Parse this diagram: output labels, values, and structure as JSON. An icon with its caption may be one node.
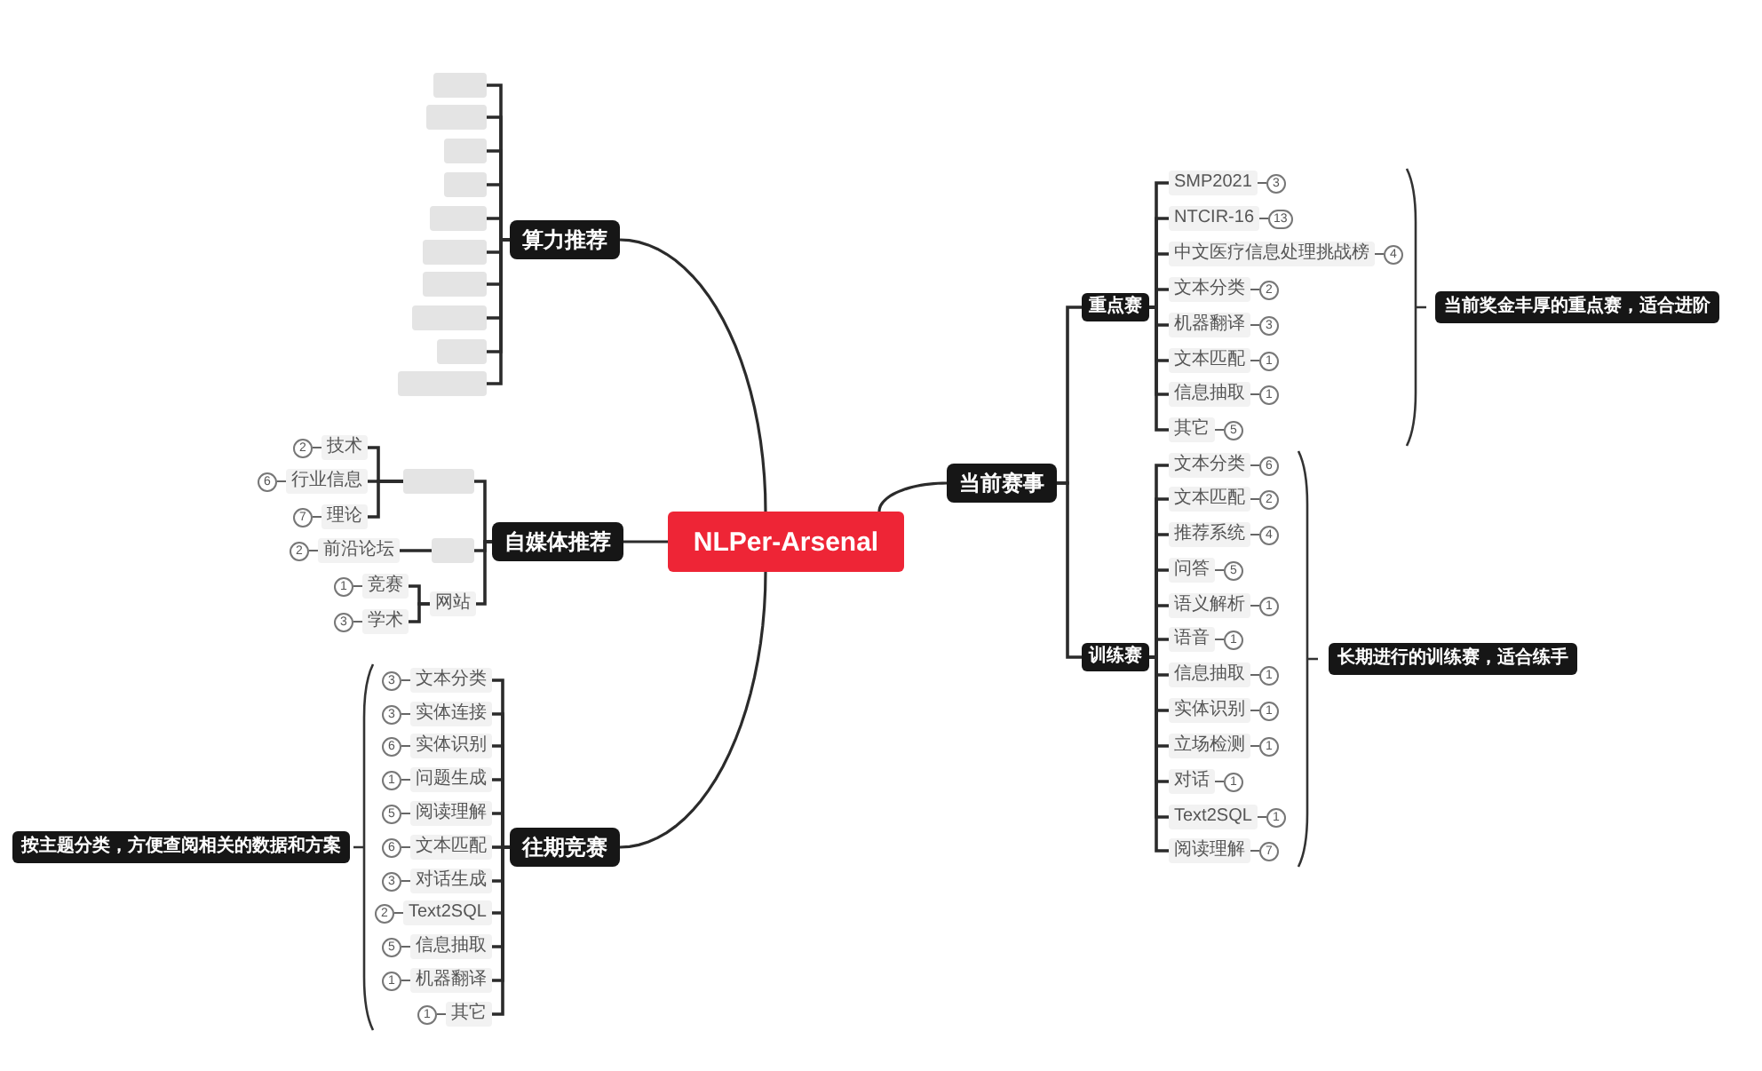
{
  "diagram": {
    "nodes": [
      {
        "text": [
          "NLPer-Arsenal"
        ]
      },
      {
        "text": [
          "算力推荐"
        ]
      },
      {
        "text": [],
        "shape": "box"
      },
      {
        "text": [],
        "shape": "box"
      },
      {
        "text": [],
        "shape": "box"
      },
      {
        "text": [],
        "shape": "box"
      },
      {
        "text": [],
        "shape": "box"
      },
      {
        "text": [],
        "shape": "box"
      },
      {
        "text": [],
        "shape": "box"
      },
      {
        "text": [],
        "shape": "box"
      },
      {
        "text": [],
        "shape": "box"
      },
      {
        "text": [],
        "shape": "box"
      },
      {
        "text": [
          "自媒体推荐"
        ]
      },
      {
        "text": [],
        "shape": "box"
      },
      {
        "text": [
          "技术"
        ],
        "beside": [
          "2"
        ]
      },
      {
        "text": [
          "行业信息"
        ],
        "beside": [
          "6"
        ]
      },
      {
        "text": [
          "理论"
        ],
        "beside": [
          "7"
        ]
      },
      {
        "text": [],
        "shape": "box"
      },
      {
        "text": [
          "前沿论坛"
        ],
        "beside": [
          "2"
        ]
      },
      {
        "text": [
          "网站"
        ]
      },
      {
        "text": [
          "竞赛"
        ],
        "beside": [
          "1"
        ]
      },
      {
        "text": [
          "学术"
        ],
        "beside": [
          "3"
        ]
      },
      {
        "text": [
          "往期竞赛"
        ]
      },
      {
        "text": [
          "文本分类"
        ],
        "beside": [
          "3"
        ]
      },
      {
        "text": [
          "实体连接"
        ],
        "beside": [
          "3"
        ]
      },
      {
        "text": [
          "实体识别"
        ],
        "beside": [
          "6"
        ]
      },
      {
        "text": [
          "问题生成"
        ],
        "beside": [
          "1"
        ]
      },
      {
        "text": [
          "阅读理解"
        ],
        "beside": [
          "5"
        ]
      },
      {
        "text": [
          "文本匹配"
        ],
        "beside": [
          "6"
        ]
      },
      {
        "text": [
          "对话生成"
        ],
        "beside": [
          "3"
        ]
      },
      {
        "text": [
          "Text2SQL"
        ],
        "beside": [
          "2"
        ]
      },
      {
        "text": [
          "信息抽取"
        ],
        "beside": [
          "5"
        ]
      },
      {
        "text": [
          "机器翻译"
        ],
        "beside": [
          "1"
        ]
      },
      {
        "text": [
          "其它"
        ],
        "beside": [
          "1"
        ]
      },
      {
        "text": [
          "按主题分类，方便查阅相关的数据和方案"
        ]
      },
      {
        "text": [
          "当前赛事"
        ]
      },
      {
        "text": [
          "重点赛"
        ]
      },
      {
        "text": [
          "SMP2021"
        ],
        "beside": [
          "3"
        ]
      },
      {
        "text": [
          "NTCIR-16"
        ],
        "beside": [
          "13"
        ]
      },
      {
        "text": [
          "中文医疗信息处理挑战榜"
        ],
        "beside": [
          "4"
        ]
      },
      {
        "text": [
          "文本分类"
        ],
        "beside": [
          "2"
        ]
      },
      {
        "text": [
          "机器翻译"
        ],
        "beside": [
          "3"
        ]
      },
      {
        "text": [
          "文本匹配"
        ],
        "beside": [
          "1"
        ]
      },
      {
        "text": [
          "信息抽取"
        ],
        "beside": [
          "1"
        ]
      },
      {
        "text": [
          "其它"
        ],
        "beside": [
          "5"
        ]
      },
      {
        "text": [
          "当前奖金丰厚的重点赛，适合进阶"
        ]
      },
      {
        "text": [
          "训练赛"
        ]
      },
      {
        "text": [
          "文本分类"
        ],
        "beside": [
          "6"
        ]
      },
      {
        "text": [
          "文本匹配"
        ],
        "beside": [
          "2"
        ]
      },
      {
        "text": [
          "推荐系统"
        ],
        "beside": [
          "4"
        ]
      },
      {
        "text": [
          "问答"
        ],
        "beside": [
          "5"
        ]
      },
      {
        "text": [
          "语义解析"
        ],
        "beside": [
          "1"
        ]
      },
      {
        "text": [
          "语音"
        ],
        "beside": [
          "1"
        ]
      },
      {
        "text": [
          "信息抽取"
        ],
        "beside": [
          "1"
        ]
      },
      {
        "text": [
          "实体识别"
        ],
        "beside": [
          "1"
        ]
      },
      {
        "text": [
          "立场检测"
        ],
        "beside": [
          "1"
        ]
      },
      {
        "text": [
          "对话"
        ],
        "beside": [
          "1"
        ]
      },
      {
        "text": [
          "Text2SQL"
        ],
        "beside": [
          "1"
        ]
      },
      {
        "text": [
          "阅读理解"
        ],
        "beside": [
          "7"
        ]
      },
      {
        "text": [
          "长期进行的训练赛，适合练手"
        ]
      }
    ],
    "edges": [
      {
        "from": 0,
        "to": 1,
        "arrow": "none"
      },
      {
        "from": 0,
        "to": 12,
        "arrow": "none"
      },
      {
        "from": 0,
        "to": 22,
        "arrow": "none"
      },
      {
        "from": 0,
        "to": 35,
        "arrow": "none"
      },
      {
        "from": 1,
        "to": 2,
        "arrow": "none"
      },
      {
        "from": 1,
        "to": 3,
        "arrow": "none"
      },
      {
        "from": 1,
        "to": 4,
        "arrow": "none"
      },
      {
        "from": 1,
        "to": 5,
        "arrow": "none"
      },
      {
        "from": 1,
        "to": 6,
        "arrow": "none"
      },
      {
        "from": 1,
        "to": 7,
        "arrow": "none"
      },
      {
        "from": 1,
        "to": 8,
        "arrow": "none"
      },
      {
        "from": 1,
        "to": 9,
        "arrow": "none"
      },
      {
        "from": 1,
        "to": 10,
        "arrow": "none"
      },
      {
        "from": 1,
        "to": 11,
        "arrow": "none"
      },
      {
        "from": 12,
        "to": 13,
        "arrow": "none"
      },
      {
        "from": 12,
        "to": 17,
        "arrow": "none"
      },
      {
        "from": 12,
        "to": 19,
        "arrow": "none"
      },
      {
        "from": 13,
        "to": 14,
        "arrow": "none"
      },
      {
        "from": 13,
        "to": 15,
        "arrow": "none"
      },
      {
        "from": 13,
        "to": 16,
        "arrow": "none"
      },
      {
        "from": 17,
        "to": 18,
        "arrow": "none"
      },
      {
        "from": 19,
        "to": 20,
        "arrow": "none"
      },
      {
        "from": 19,
        "to": 21,
        "arrow": "none"
      },
      {
        "from": 22,
        "to": 23,
        "arrow": "none"
      },
      {
        "from": 22,
        "to": 24,
        "arrow": "none"
      },
      {
        "from": 22,
        "to": 25,
        "arrow": "none"
      },
      {
        "from": 22,
        "to": 26,
        "arrow": "none"
      },
      {
        "from": 22,
        "to": 27,
        "arrow": "none"
      },
      {
        "from": 22,
        "to": 28,
        "arrow": "none"
      },
      {
        "from": 22,
        "to": 29,
        "arrow": "none"
      },
      {
        "from": 22,
        "to": 30,
        "arrow": "none"
      },
      {
        "from": 22,
        "to": 31,
        "arrow": "none"
      },
      {
        "from": 22,
        "to": 32,
        "arrow": "none"
      },
      {
        "from": 22,
        "to": 33,
        "arrow": "none"
      },
      {
        "from": 35,
        "to": 36,
        "arrow": "none"
      },
      {
        "from": 35,
        "to": 46,
        "arrow": "none"
      },
      {
        "from": 36,
        "to": 37,
        "arrow": "none"
      },
      {
        "from": 36,
        "to": 38,
        "arrow": "none"
      },
      {
        "from": 36,
        "to": 39,
        "arrow": "none"
      },
      {
        "from": 36,
        "to": 40,
        "arrow": "none"
      },
      {
        "from": 36,
        "to": 41,
        "arrow": "none"
      },
      {
        "from": 36,
        "to": 42,
        "arrow": "none"
      },
      {
        "from": 36,
        "to": 43,
        "arrow": "none"
      },
      {
        "from": 36,
        "to": 44,
        "arrow": "none"
      },
      {
        "from": 46,
        "to": 47,
        "arrow": "none"
      },
      {
        "from": 46,
        "to": 48,
        "arrow": "none"
      },
      {
        "from": 46,
        "to": 49,
        "arrow": "none"
      },
      {
        "from": 46,
        "to": 50,
        "arrow": "none"
      },
      {
        "from": 46,
        "to": 51,
        "arrow": "none"
      },
      {
        "from": 46,
        "to": 52,
        "arrow": "none"
      },
      {
        "from": 46,
        "to": 53,
        "arrow": "none"
      },
      {
        "from": 46,
        "to": 54,
        "arrow": "none"
      },
      {
        "from": 46,
        "to": 55,
        "arrow": "none"
      },
      {
        "from": 46,
        "to": 56,
        "arrow": "none"
      },
      {
        "from": 46,
        "to": 57,
        "arrow": "none"
      },
      {
        "from": 46,
        "to": 58,
        "arrow": "none"
      }
    ]
  }
}
